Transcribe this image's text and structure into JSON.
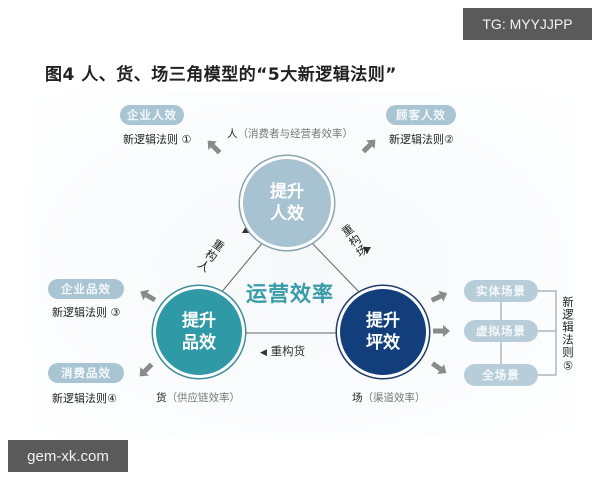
{
  "watermarks": {
    "top_right": "TG: MYYJJPP",
    "bottom_left": "gem-xk.com"
  },
  "title": "图4  人、货、场三角模型的“5大新逻辑法则”",
  "colors": {
    "people_circle": "#a7c2d0",
    "goods_circle": "#2f9aa6",
    "place_circle": "#123f7c",
    "pill": "#a9c4d2",
    "center_text": "#3a9ba8",
    "arrow": "#8a8a8a"
  },
  "nodes": {
    "people": {
      "line1": "提升",
      "line2": "人效",
      "caption_main": "人",
      "caption_sub": "（消费者与经营者效率）"
    },
    "goods": {
      "line1": "提升",
      "line2": "品效",
      "caption_main": "货",
      "caption_sub": "（供应链效率）"
    },
    "place": {
      "line1": "提升",
      "line2": "坪效",
      "caption_main": "场",
      "caption_sub": "（渠道效率）"
    }
  },
  "center_label": "运营效率",
  "edges": {
    "left": "重构人",
    "right": "重构场",
    "bottom": "重构货",
    "arrow_glyph": "◀"
  },
  "outcomes": {
    "rule1": {
      "pill": "企业人效",
      "rule": "新逻辑法则 ①"
    },
    "rule2": {
      "pill": "顾客人效",
      "rule": "新逻辑法则②"
    },
    "rule3": {
      "pill": "企业品效",
      "rule": "新逻辑法则 ③"
    },
    "rule4": {
      "pill": "消费品效",
      "rule": "新逻辑法则④"
    },
    "rule5": {
      "scenes": [
        "实体场景",
        "虚拟场景",
        "全场景"
      ],
      "rule": "新逻辑法则⑤"
    }
  }
}
